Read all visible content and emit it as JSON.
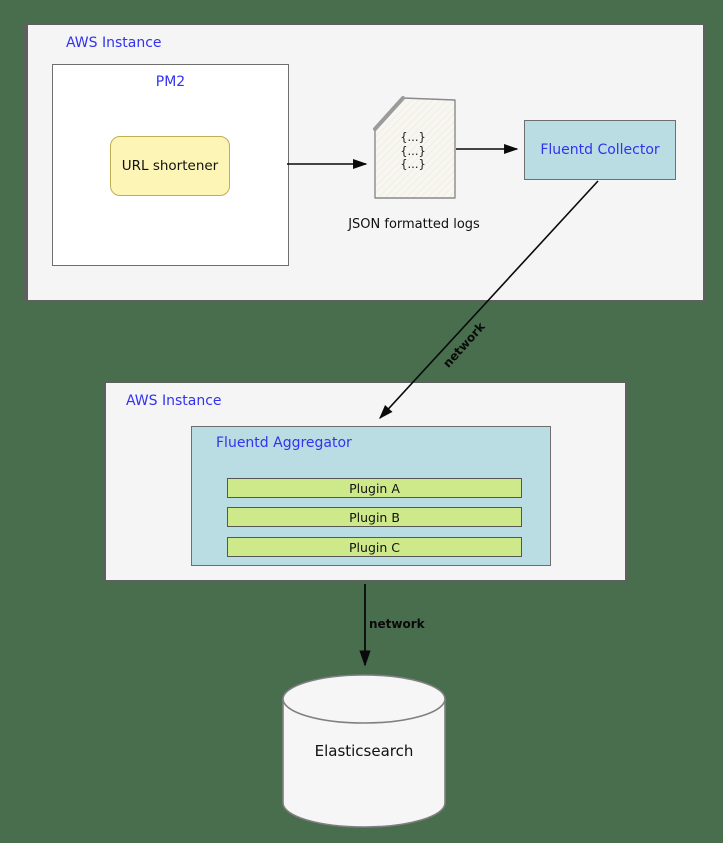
{
  "instance1": {
    "label": "AWS Instance",
    "pm2": {
      "label": "PM2",
      "url_shortener_label": "URL shortener"
    }
  },
  "document": {
    "lines": [
      "{...}",
      "{...}",
      "{...}"
    ],
    "caption": "JSON formatted logs"
  },
  "collector": {
    "label": "Fluentd Collector"
  },
  "instance2": {
    "label": "AWS Instance",
    "aggregator": {
      "label": "Fluentd Aggregator",
      "plugins": [
        "Plugin A",
        "Plugin B",
        "Plugin C"
      ]
    }
  },
  "edges": {
    "collector_to_aggregator_label": "network",
    "aggregator_to_elasticsearch_label": "network"
  },
  "datastore": {
    "label": "Elasticsearch"
  },
  "colors": {
    "background": "#486e4e",
    "instance_fill": "#f5f5f5",
    "instance_border": "#5f5f5f",
    "node_cyan": "#b9dde2",
    "node_yellow": "#fdf5b5",
    "plugin_green": "#cee98a",
    "accent_blue": "#3232f0",
    "text_black": "#111111"
  }
}
